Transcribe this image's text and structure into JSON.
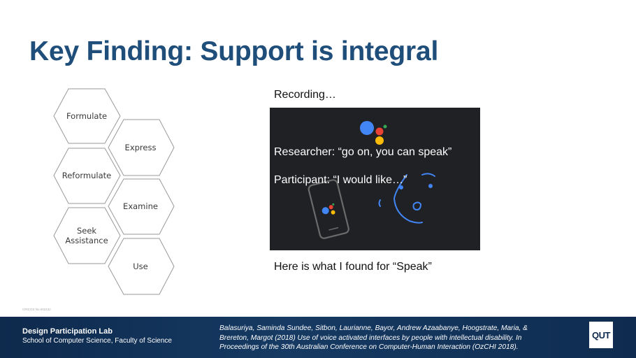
{
  "slide": {
    "title": "Key Finding: Support is integral",
    "cricos": "CRICOS No.00213J"
  },
  "hexagons": [
    {
      "label": "Formulate"
    },
    {
      "label": "Express"
    },
    {
      "label": "Reformulate"
    },
    {
      "label": "Examine"
    },
    {
      "label_line1": "Seek",
      "label_line2": "Assistance"
    },
    {
      "label": "Use"
    }
  ],
  "media": {
    "recording_label": "Recording…",
    "caption_researcher": "Researcher: “go on, you can speak”",
    "caption_participant": "Participant: “I would like…”",
    "found_text": "Here is what I found for “Speak”",
    "assistant_colors": [
      "#4285F4",
      "#EA4335",
      "#FBBC05",
      "#34A853"
    ]
  },
  "footer": {
    "lab_name": "Design Participation Lab",
    "school": "School of Computer Science, Faculty of Science",
    "citation_line1": "Balasuriya, Saminda Sundee, Sitbon, Laurianne, Bayor, Andrew Azaabanye, Hoogstrate, Maria, &",
    "citation_line2": "Brereton, Margot (2018) Use of voice activated interfaces by people with intellectual disability. In",
    "citation_line3": "Proceedings of the 30th Australian Conference on Computer-Human Interaction (OzCHI 2018).",
    "logo_text": "QUT"
  }
}
